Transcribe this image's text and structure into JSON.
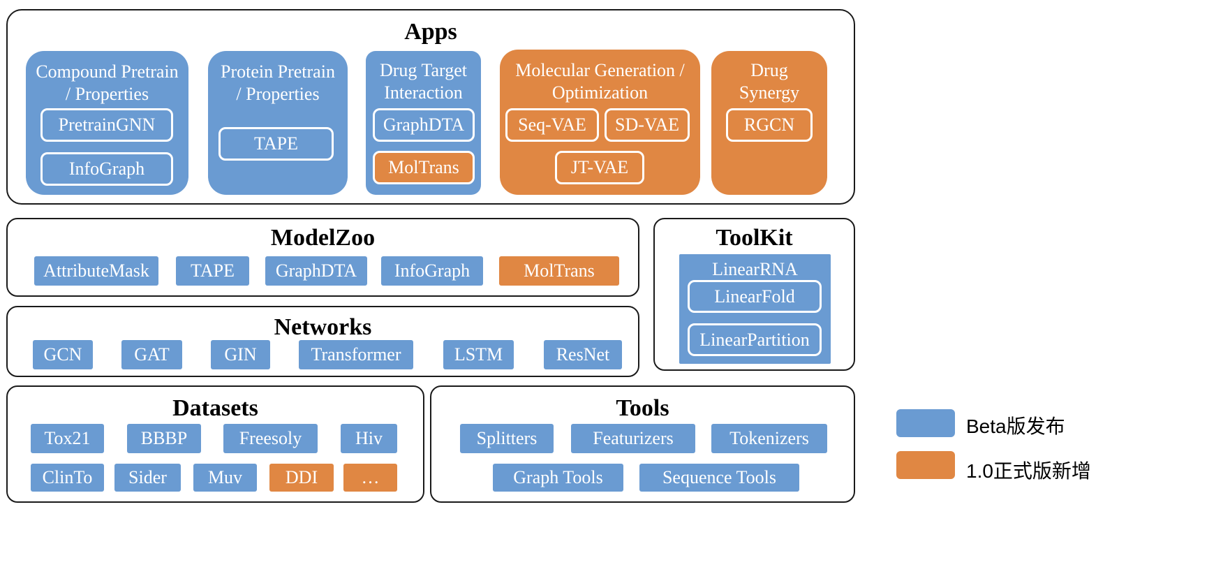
{
  "colors": {
    "beta": "#6a9bd2",
    "release": "#e08743",
    "border": "#1a1a1a"
  },
  "apps": {
    "title": "Apps",
    "compound": {
      "title_line1": "Compound Pretrain",
      "title_line2": "/ Properties",
      "items": [
        "PretrainGNN",
        "InfoGraph"
      ]
    },
    "protein": {
      "title_line1": "Protein Pretrain",
      "title_line2": "/ Properties",
      "items": [
        "TAPE"
      ]
    },
    "dti": {
      "title_line1": "Drug Target",
      "title_line2": "Interaction",
      "items": [
        "GraphDTA",
        "MolTrans"
      ]
    },
    "molgen": {
      "title_line1": "Molecular Generation /",
      "title_line2": "Optimization",
      "items": [
        "Seq-VAE",
        "SD-VAE",
        "JT-VAE"
      ]
    },
    "synergy": {
      "title_line1": "Drug",
      "title_line2": "Synergy",
      "items": [
        "RGCN"
      ]
    }
  },
  "modelzoo": {
    "title": "ModelZoo",
    "items": [
      "AttributeMask",
      "TAPE",
      "GraphDTA",
      "InfoGraph",
      "MolTrans"
    ]
  },
  "networks": {
    "title": "Networks",
    "items": [
      "GCN",
      "GAT",
      "GIN",
      "Transformer",
      "LSTM",
      "ResNet"
    ]
  },
  "toolkit": {
    "title": "ToolKit",
    "group_title": "LinearRNA",
    "items": [
      "LinearFold",
      "LinearPartition"
    ]
  },
  "datasets": {
    "title": "Datasets",
    "row1": [
      "Tox21",
      "BBBP",
      "Freesoly",
      "Hiv"
    ],
    "row2": [
      "ClinTo",
      "Sider",
      "Muv",
      "DDI",
      "…"
    ]
  },
  "tools": {
    "title": "Tools",
    "row1": [
      "Splitters",
      "Featurizers",
      "Tokenizers"
    ],
    "row2": [
      "Graph Tools",
      "Sequence Tools"
    ]
  },
  "legend": {
    "beta_label": "Beta版发布",
    "release_label": "1.0正式版新增"
  }
}
